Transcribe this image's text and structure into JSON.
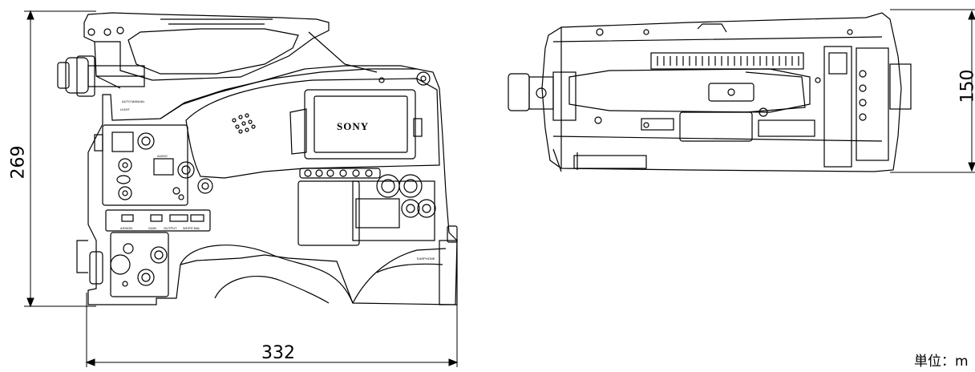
{
  "dimensions": {
    "height": "269",
    "width": "332",
    "depth": "150",
    "unit_label": "単位：m"
  },
  "side_view": {
    "brand": "SONY",
    "labels": [
      "AUDIO",
      "ASSIGN",
      "GAIN",
      "OUTPUT",
      "WHITE BAL",
      "EARPHONE",
      "AUTO",
      "MANUAL",
      "LIGHT"
    ]
  },
  "top_view": {
    "labels": []
  }
}
